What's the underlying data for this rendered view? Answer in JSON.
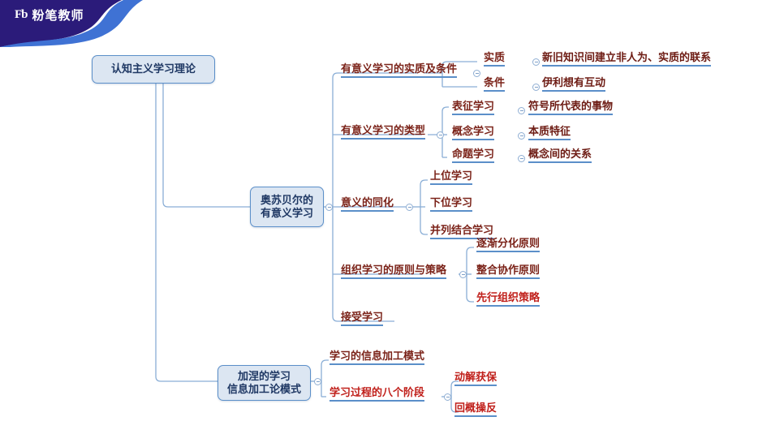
{
  "brand": {
    "mark": "Fb",
    "name": "粉笔教师",
    "banner_color": "#2b1b7a",
    "wave_color": "#3f72d4"
  },
  "theme": {
    "node_fill": "#dce6f2",
    "node_border": "#5b8fc9",
    "node_text": "#1f3864",
    "branch_text": "#7b2319",
    "accent_text": "#c0201b",
    "wire_color": "#8aaed6",
    "underline_color": "#5b8fc9"
  },
  "mindmap": {
    "root": {
      "label": "认知主义学习理论"
    },
    "branches": [
      {
        "label": "奥苏贝尔的\n有意义学习",
        "line1": "奥苏贝尔的",
        "line2": "有意义学习",
        "children": [
          {
            "label": "有意义学习的实质及条件",
            "children": [
              {
                "label": "实质",
                "detail": "新旧知识间建立非人为、实质的联系"
              },
              {
                "label": "条件",
                "detail": "伊利想有互动"
              }
            ]
          },
          {
            "label": "有意义学习的类型",
            "children": [
              {
                "label": "表征学习",
                "detail": "符号所代表的事物"
              },
              {
                "label": "概念学习",
                "detail": "本质特征"
              },
              {
                "label": "命题学习",
                "detail": "概念间的关系"
              }
            ]
          },
          {
            "label": "意义的同化",
            "children": [
              {
                "label": "上位学习"
              },
              {
                "label": "下位学习"
              },
              {
                "label": "并列结合学习"
              }
            ]
          },
          {
            "label": "组织学习的原则与策略",
            "children": [
              {
                "label": "逐渐分化原则"
              },
              {
                "label": "整合协作原则"
              },
              {
                "label": "先行组织策略",
                "accent": true
              }
            ]
          },
          {
            "label": "接受学习"
          }
        ]
      },
      {
        "label": "加涅的学习\n信息加工论模式",
        "line1": "加涅的学习",
        "line2": "信息加工论模式",
        "children": [
          {
            "label": "学习的信息加工模式"
          },
          {
            "label": "学习过程的八个阶段",
            "accent": true,
            "children": [
              {
                "label": "动解获保",
                "accent": true
              },
              {
                "label": "回概操反",
                "accent": true
              }
            ]
          }
        ]
      }
    ]
  }
}
